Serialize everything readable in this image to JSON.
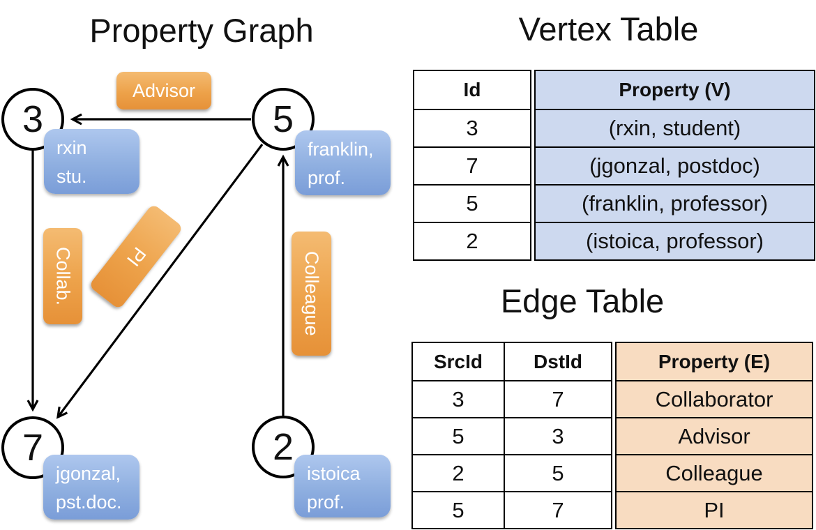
{
  "graph": {
    "title": "Property Graph",
    "nodes": [
      {
        "id": "3",
        "property_lines": [
          "rxin",
          "stu."
        ]
      },
      {
        "id": "5",
        "property_lines": [
          "franklin,",
          "prof."
        ]
      },
      {
        "id": "7",
        "property_lines": [
          "jgonzal,",
          "pst.doc."
        ]
      },
      {
        "id": "2",
        "property_lines": [
          "istoica",
          "prof."
        ]
      }
    ],
    "edge_labels": {
      "advisor": "Advisor",
      "collab": "Collab.",
      "pi": "PI",
      "colleague": "Colleague"
    }
  },
  "vertex_table": {
    "title": "Vertex Table",
    "columns": {
      "id": "Id",
      "property": "Property (V)"
    },
    "rows": [
      {
        "id": "3",
        "property": "(rxin, student)"
      },
      {
        "id": "7",
        "property": "(jgonzal, postdoc)"
      },
      {
        "id": "5",
        "property": "(franklin, professor)"
      },
      {
        "id": "2",
        "property": "(istoica, professor)"
      }
    ]
  },
  "edge_table": {
    "title": "Edge Table",
    "columns": {
      "src": "SrcId",
      "dst": "DstId",
      "property": "Property (E)"
    },
    "rows": [
      {
        "src": "3",
        "dst": "7",
        "property": "Collaborator"
      },
      {
        "src": "5",
        "dst": "3",
        "property": "Advisor"
      },
      {
        "src": "2",
        "dst": "5",
        "property": "Colleague"
      },
      {
        "src": "5",
        "dst": "7",
        "property": "PI"
      }
    ]
  },
  "colors": {
    "edge_accent_orange": "#EDA24A",
    "vertex_accent_blue": "#8FAFE0",
    "vertex_table_fill": "#CDD9EF",
    "edge_table_fill": "#F8DCC1",
    "line_black": "#000000"
  }
}
